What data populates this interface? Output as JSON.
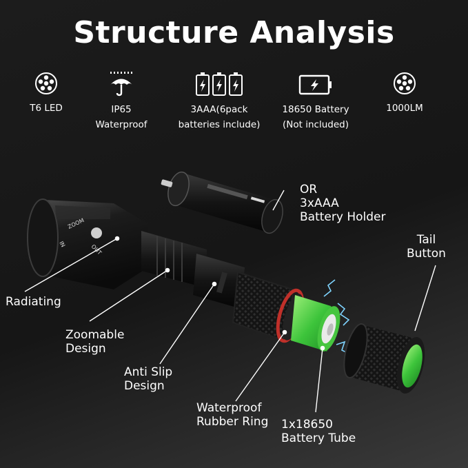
{
  "title": "Structure Analysis",
  "features": [
    {
      "icon": "led-icon",
      "line1": "T6 LED",
      "line2": ""
    },
    {
      "icon": "umbrella-rain-icon",
      "line1": "IP65",
      "line2": "Waterproof"
    },
    {
      "icon": "batteries-icon",
      "line1": "3AAA(6pack",
      "line2": "batteries include)"
    },
    {
      "icon": "battery-charge-icon",
      "line1": "18650 Battery",
      "line2": "(Not included)"
    },
    {
      "icon": "led-icon",
      "line1": "1000LM",
      "line2": ""
    }
  ],
  "flashlight_text": {
    "zoom": "ZOOM",
    "in": "IN",
    "out": "OUT"
  },
  "labels": {
    "holder": {
      "line1": "OR",
      "line2": "3xAAA",
      "line3": "Battery Holder"
    },
    "tail": {
      "line1": "Tail",
      "line2": "Button"
    },
    "radiating": "Radiating",
    "zoomable": {
      "line1": "Zoomable",
      "line2": "Design"
    },
    "anti_slip": {
      "line1": "Anti Slip",
      "line2": "Design"
    },
    "ring": {
      "line1": "Waterproof",
      "line2": "Rubber Ring"
    },
    "tube": {
      "line1": "1x18650",
      "line2": "Battery Tube"
    }
  },
  "colors": {
    "accent_green": "#35c13a",
    "ring_red": "#c0302a",
    "text": "#ffffff"
  }
}
